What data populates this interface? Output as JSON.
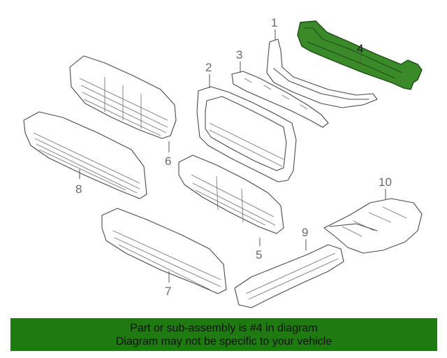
{
  "callouts": [
    {
      "number": "1"
    },
    {
      "number": "2"
    },
    {
      "number": "3"
    },
    {
      "number": "4"
    },
    {
      "number": "5"
    },
    {
      "number": "6"
    },
    {
      "number": "7"
    },
    {
      "number": "8"
    },
    {
      "number": "9"
    },
    {
      "number": "10"
    }
  ],
  "highlight_part": "4",
  "colors": {
    "highlight_fill": "#3a8a2a",
    "highlight_stroke": "#1f4d16",
    "banner_bg": "#1f7a12",
    "line": "#4a4a4a"
  },
  "banner": {
    "line1": "Part or sub-assembly is #4 in diagram",
    "line2": "Diagram may not be specific to your vehicle"
  }
}
